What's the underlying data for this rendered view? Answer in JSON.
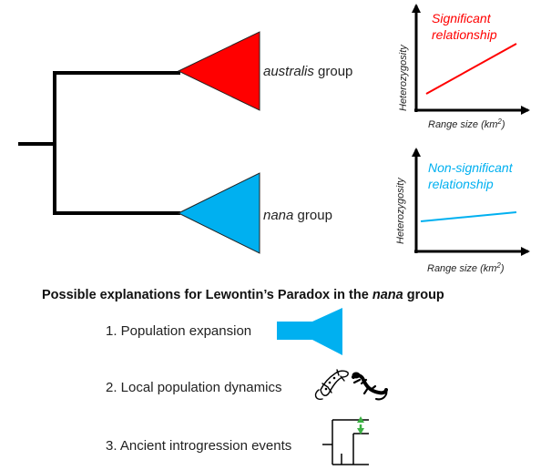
{
  "tree": {
    "clade_top": {
      "name_italic": "australis",
      "name_rest": " group",
      "color": "#ff0000"
    },
    "clade_bottom": {
      "name_italic": "nana",
      "name_rest": " group",
      "color": "#00b0f0"
    }
  },
  "plots": [
    {
      "annotation_line1": "Significant",
      "annotation_line2": "relationship",
      "annotation_color": "#ff0000",
      "ylabel": "Heterozygosity",
      "xlabel": "Range size (km",
      "xlabel_sup": "2",
      "xlabel_close": ")"
    },
    {
      "annotation_line1": "Non-significant",
      "annotation_line2": "relationship",
      "annotation_color": "#00b0f0",
      "ylabel": "Heterozygosity",
      "xlabel": "Range size (km",
      "xlabel_sup": "2",
      "xlabel_close": ")"
    }
  ],
  "explanations": {
    "heading_pre": "Possible explanations for Lewontin’s Paradox in the ",
    "heading_italic": "nana",
    "heading_post": " group",
    "items": [
      {
        "label": "1. Population expansion",
        "icon": "expansion-icon"
      },
      {
        "label": "2. Local population dynamics",
        "icon": "lizard-icon"
      },
      {
        "label": "3. Ancient introgression events",
        "icon": "introgression-tree-icon"
      }
    ],
    "accent_blue": "#00b0f0",
    "arrow_green": "#3cb043"
  }
}
